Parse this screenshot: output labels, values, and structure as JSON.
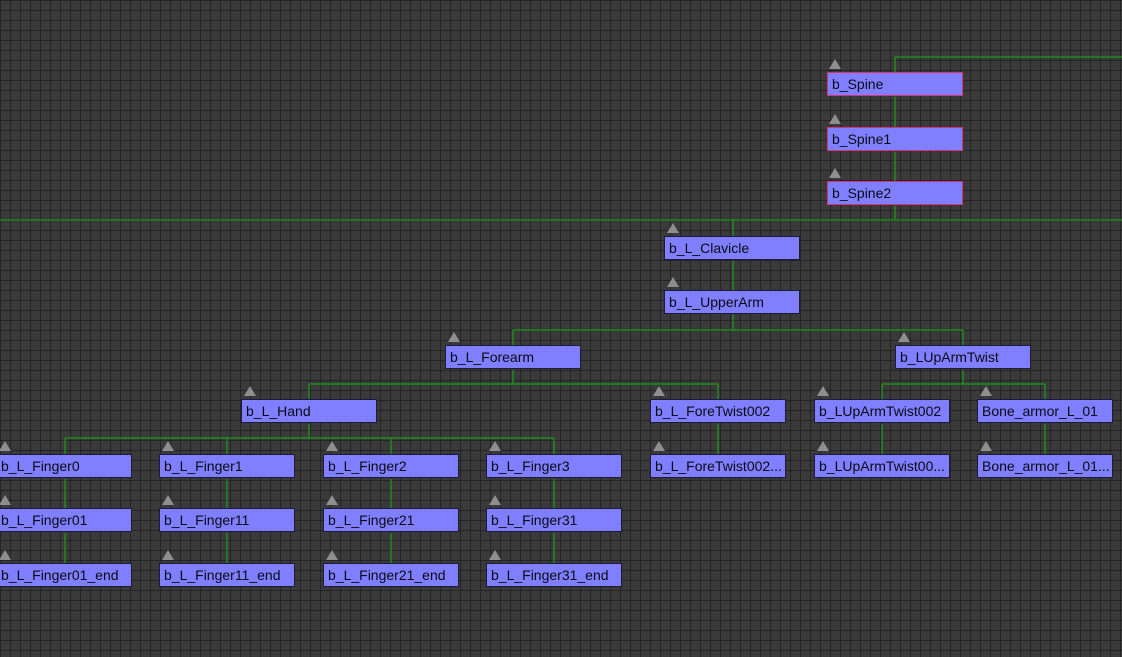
{
  "colors": {
    "node_fill": "#7f7fff",
    "selected_border": "#d0337a",
    "link": "#1f8a1f",
    "background": "#3a3a3a"
  },
  "nodes": {
    "spine": "b_Spine",
    "spine1": "b_Spine1",
    "spine2": "b_Spine2",
    "clavicle": "b_L_Clavicle",
    "upperarm": "b_L_UpperArm",
    "forearm": "b_L_Forearm",
    "uparmtwist": "b_LUpArmTwist",
    "hand": "b_L_Hand",
    "foretwist002": "b_L_ForeTwist002",
    "uparmtwist002": "b_LUpArmTwist002",
    "bone_armor": "Bone_armor_L_01",
    "finger0": "b_L_Finger0",
    "finger1": "b_L_Finger1",
    "finger2": "b_L_Finger2",
    "finger3": "b_L_Finger3",
    "foretwist002_child": "b_L_ForeTwist002...",
    "uparmtwist00_child": "b_LUpArmTwist00...",
    "bone_armor_child": "Bone_armor_L_01...",
    "finger01": "b_L_Finger01",
    "finger11": "b_L_Finger11",
    "finger21": "b_L_Finger21",
    "finger31": "b_L_Finger31",
    "finger01_end": "b_L_Finger01_end",
    "finger11_end": "b_L_Finger11_end",
    "finger21_end": "b_L_Finger21_end",
    "finger31_end": "b_L_Finger31_end"
  }
}
